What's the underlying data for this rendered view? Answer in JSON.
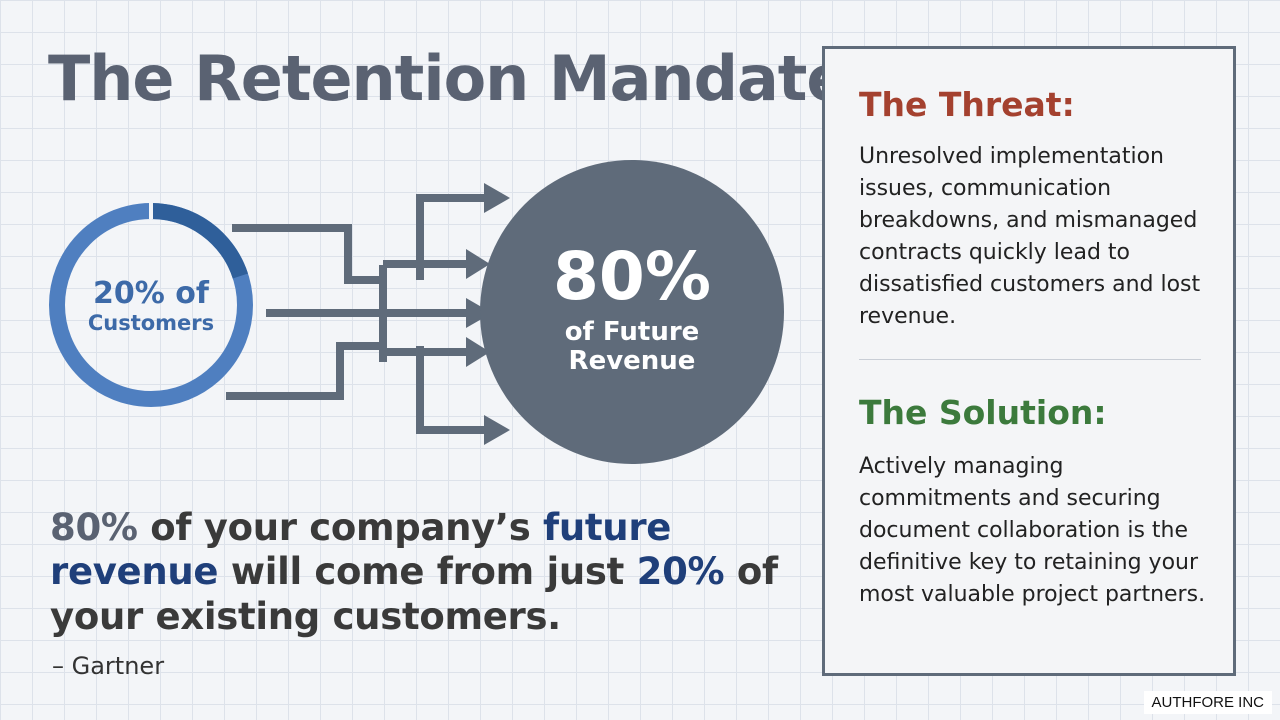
{
  "title": "The Retention Mandate",
  "diagram": {
    "source_circle": {
      "line1": "20% of",
      "line2": "Customers"
    },
    "target_circle": {
      "big": "80%",
      "line1": "of Future",
      "line2": "Revenue"
    },
    "colors": {
      "ring": "#4f7fc0",
      "ring_dark": "#2f5f9a",
      "arrows": "#5f6b7a",
      "big_circle": "#5f6b7a"
    }
  },
  "quote": {
    "p1": "80%",
    "p2": " of your company’s ",
    "p3": "future revenue",
    "p4": " will come from just ",
    "p5": "20%",
    "p6": " of your existing customers."
  },
  "attribution": "– Gartner",
  "panel": {
    "threat_heading": "The Threat:",
    "threat_text": "Unresolved implementation issues, communication breakdowns, and mismanaged contracts quickly lead to dissatisfied customers and lost revenue.",
    "solution_heading": "The Solution:",
    "solution_text": "Actively managing commitments and securing document collaboration is the definitive key to retaining your most valuable project partners.",
    "colors": {
      "threat": "#a4412f",
      "solution": "#3c7a3c",
      "border": "#5f6b7a"
    }
  },
  "badge": "AUTHFORE INC"
}
